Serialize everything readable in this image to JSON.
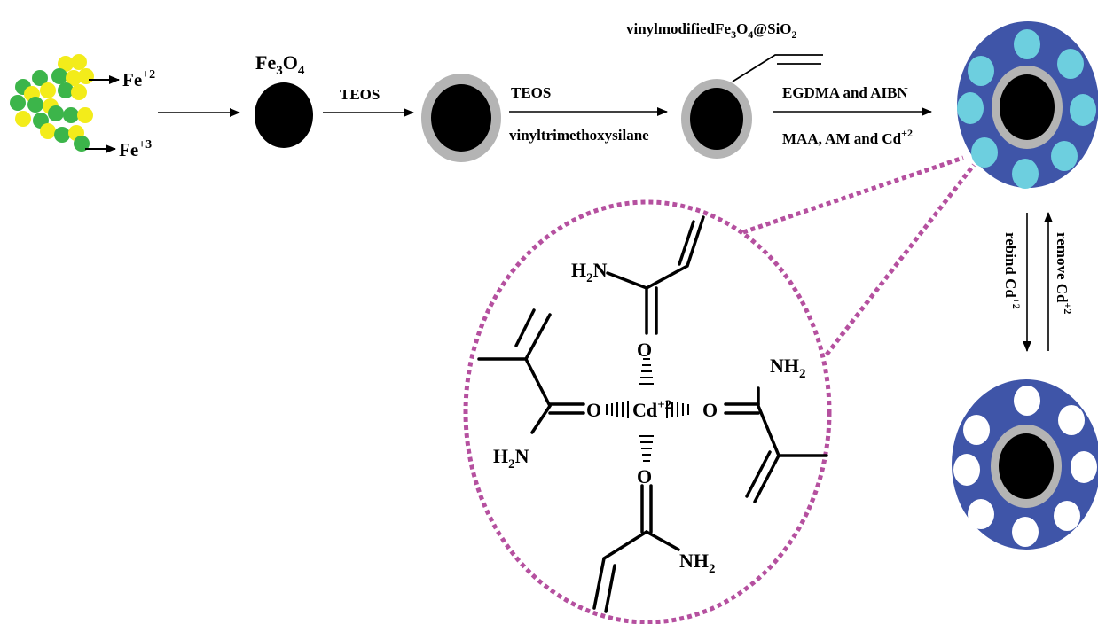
{
  "labels": {
    "fe2": "Fe",
    "fe2_sup": "+2",
    "fe3": "Fe",
    "fe3_sup": "+3",
    "fe3o4_a": "Fe",
    "fe3o4_sub1": "3",
    "fe3o4_b": "O",
    "fe3o4_sub2": "4",
    "teos1": "TEOS",
    "teos2": "TEOS",
    "silane": "vinyltrimethoxysilane",
    "vinyl_a": "vinylmodifiedFe",
    "vinyl_sub1": "3",
    "vinyl_b": "O",
    "vinyl_sub2": "4",
    "vinyl_c": "@SiO",
    "vinyl_sub3": "2",
    "egdma": "EGDMA and AIBN",
    "maa": "MAA, AM and Cd",
    "maa_sup": "+2",
    "remove": "remove Cd",
    "remove_sup": "+2",
    "rebind": "rebind Cd",
    "rebind_sup": "+2"
  },
  "molecule": {
    "metal": "Cd",
    "metal_charge": "+2",
    "oxygen": "O",
    "amide_h2n": "H",
    "amide_n": "N",
    "amide_sub2": "2",
    "amide_nh": "NH",
    "amide_nh_sub": "2"
  },
  "colors": {
    "shell_blue": "#3f55a8",
    "cavity_cyan": "#6dcfdf",
    "silica_gray": "#b4b4b4",
    "dotted_magenta": "#b5509f",
    "fe2_yellow": "#f3ec1a",
    "fe3_green": "#3cb54a"
  }
}
